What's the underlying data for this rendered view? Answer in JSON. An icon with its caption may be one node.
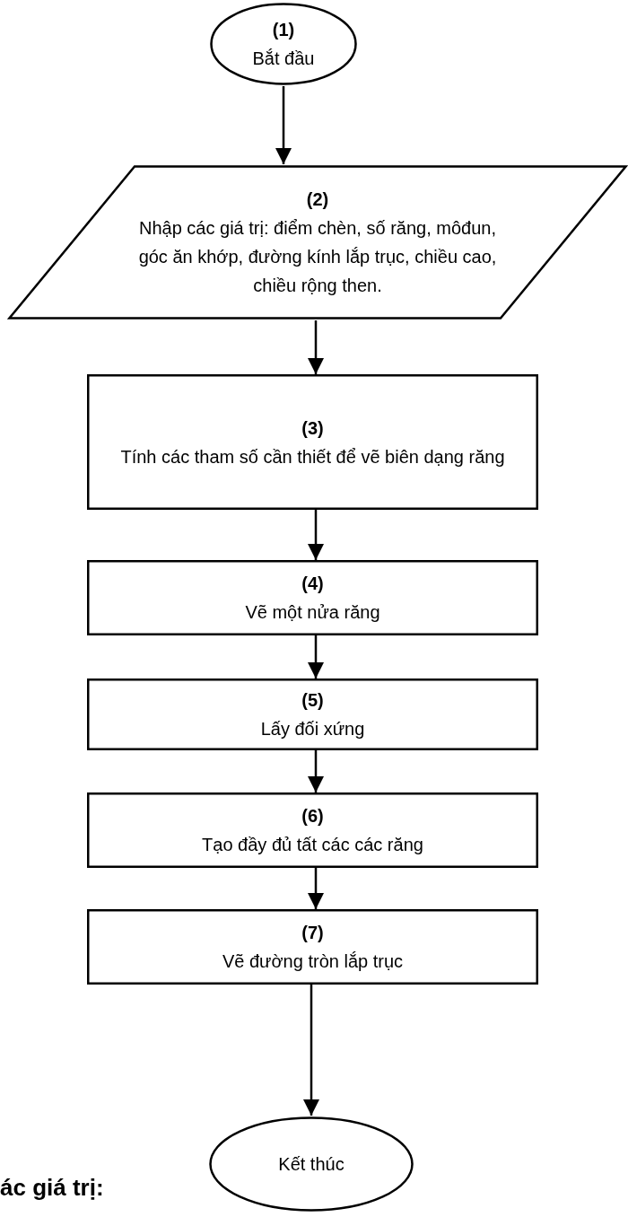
{
  "diagram": {
    "nodes": [
      {
        "text": [
          "(1)",
          "Bắt đầu"
        ]
      },
      {
        "text": [
          "(2)",
          "Nhập các giá trị: điểm chèn, số răng, môđun, góc ăn khớp, đường kính lắp trục, chiều cao, chiều rộng then."
        ]
      },
      {
        "text": [
          "(3)",
          "Tính các tham số cần thiết để vẽ biên dạng răng"
        ]
      },
      {
        "text": [
          "(4)",
          "Vẽ một nửa răng"
        ]
      },
      {
        "text": [
          "(5)",
          "Lấy đối xứng"
        ]
      },
      {
        "text": [
          "(6)",
          "Tạo đầy đủ tất các các răng"
        ]
      },
      {
        "text": [
          "(7)",
          "Vẽ đường tròn lắp trục"
        ]
      },
      {
        "text": [
          "Kết thúc"
        ]
      }
    ],
    "edges": [
      {
        "from": 0,
        "to": 1,
        "arrow": "to"
      },
      {
        "from": 1,
        "to": 2,
        "arrow": "to"
      },
      {
        "from": 2,
        "to": 3,
        "arrow": "to"
      },
      {
        "from": 3,
        "to": 4,
        "arrow": "to"
      },
      {
        "from": 4,
        "to": 5,
        "arrow": "to"
      },
      {
        "from": 5,
        "to": 6,
        "arrow": "to"
      },
      {
        "from": 6,
        "to": 7,
        "arrow": "to"
      }
    ],
    "labels": [
      "ác giá trị:"
    ]
  }
}
